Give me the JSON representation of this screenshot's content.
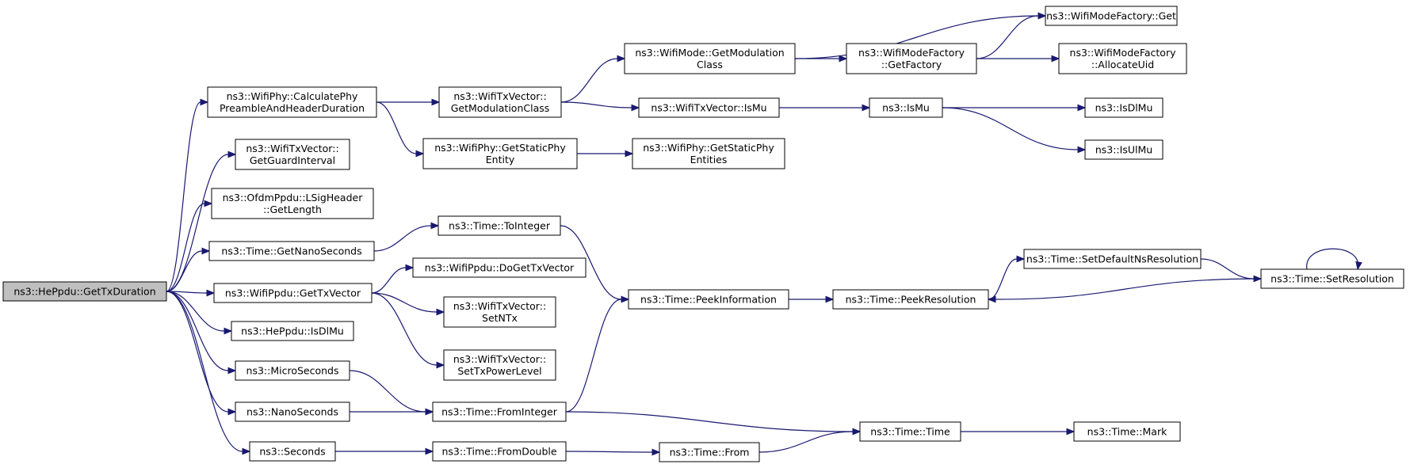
{
  "title": "",
  "nodes": {
    "root": [
      "ns3::HePpdu::GetTxDuration"
    ],
    "calcPhy": [
      "ns3::WifiPhy::CalculatePhy",
      "PreambleAndHeaderDuration"
    ],
    "guard": [
      "ns3::WifiTxVector::",
      "GetGuardInterval"
    ],
    "lsig": [
      "ns3::OfdmPpdu::LSigHeader",
      "::GetLength"
    ],
    "nanoGet": [
      "ns3::Time::GetNanoSeconds"
    ],
    "getTxVec": [
      "ns3::WifiPpdu::GetTxVector"
    ],
    "isDlMuHe": [
      "ns3::HePpdu::IsDlMu"
    ],
    "micro": [
      "ns3::MicroSeconds"
    ],
    "nano": [
      "ns3::NanoSeconds"
    ],
    "seconds": [
      "ns3::Seconds"
    ],
    "getModClassTx": [
      "ns3::WifiTxVector::",
      "GetModulationClass"
    ],
    "staticEntity": [
      "ns3::WifiPhy::GetStaticPhy",
      "Entity"
    ],
    "toInteger": [
      "ns3::Time::ToInteger"
    ],
    "doGetTxVec": [
      "ns3::WifiPpdu::DoGetTxVector"
    ],
    "setNTx": [
      "ns3::WifiTxVector::",
      "SetNTx"
    ],
    "setTxPower": [
      "ns3::WifiTxVector::",
      "SetTxPowerLevel"
    ],
    "fromInteger": [
      "ns3::Time::FromInteger"
    ],
    "fromDouble": [
      "ns3::Time::FromDouble"
    ],
    "modeGetModClass": [
      "ns3::WifiMode::GetModulation",
      "Class"
    ],
    "isMuTx": [
      "ns3::WifiTxVector::IsMu"
    ],
    "staticEntities": [
      "ns3::WifiPhy::GetStaticPhy",
      "Entities"
    ],
    "peekInfo": [
      "ns3::Time::PeekInformation"
    ],
    "timeFrom": [
      "ns3::Time::From"
    ],
    "getFactory": [
      "ns3::WifiModeFactory",
      "::GetFactory"
    ],
    "isMu": [
      "ns3::IsMu"
    ],
    "peekRes": [
      "ns3::Time::PeekResolution"
    ],
    "timeTime": [
      "ns3::Time::Time"
    ],
    "factoryGet": [
      "ns3::WifiModeFactory::Get"
    ],
    "allocUid": [
      "ns3::WifiModeFactory",
      "::AllocateUid"
    ],
    "isDlMu": [
      "ns3::IsDlMu"
    ],
    "isUlMu": [
      "ns3::IsUlMu"
    ],
    "setDefaultNs": [
      "ns3::Time::SetDefaultNsResolution"
    ],
    "timeMark": [
      "ns3::Time::Mark"
    ],
    "setRes": [
      "ns3::Time::SetResolution"
    ]
  },
  "edges": [
    [
      "root",
      "calcPhy"
    ],
    [
      "root",
      "guard"
    ],
    [
      "root",
      "lsig"
    ],
    [
      "root",
      "nanoGet"
    ],
    [
      "root",
      "getTxVec"
    ],
    [
      "root",
      "isDlMuHe"
    ],
    [
      "root",
      "micro"
    ],
    [
      "root",
      "nano"
    ],
    [
      "root",
      "seconds"
    ],
    [
      "calcPhy",
      "getModClassTx"
    ],
    [
      "calcPhy",
      "staticEntity"
    ],
    [
      "getModClassTx",
      "modeGetModClass"
    ],
    [
      "getModClassTx",
      "isMuTx"
    ],
    [
      "staticEntity",
      "staticEntities"
    ],
    [
      "modeGetModClass",
      "getFactory"
    ],
    [
      "modeGetModClass",
      "factoryGet"
    ],
    [
      "getFactory",
      "factoryGet"
    ],
    [
      "getFactory",
      "allocUid"
    ],
    [
      "isMuTx",
      "isMu"
    ],
    [
      "isMu",
      "isDlMu"
    ],
    [
      "isMu",
      "isUlMu"
    ],
    [
      "nanoGet",
      "toInteger"
    ],
    [
      "toInteger",
      "peekInfo"
    ],
    [
      "getTxVec",
      "doGetTxVec"
    ],
    [
      "getTxVec",
      "setNTx"
    ],
    [
      "getTxVec",
      "setTxPower"
    ],
    [
      "micro",
      "fromInteger"
    ],
    [
      "nano",
      "fromInteger"
    ],
    [
      "fromInteger",
      "peekInfo"
    ],
    [
      "fromInteger",
      "timeTime"
    ],
    [
      "seconds",
      "fromDouble"
    ],
    [
      "fromDouble",
      "timeFrom"
    ],
    [
      "timeFrom",
      "timeTime"
    ],
    [
      "timeTime",
      "timeMark"
    ],
    [
      "peekInfo",
      "peekRes"
    ],
    [
      "peekRes",
      "setDefaultNs"
    ],
    [
      "setDefaultNs",
      "setRes"
    ],
    [
      "setRes",
      "peekRes"
    ],
    [
      "setRes",
      "setRes"
    ]
  ]
}
